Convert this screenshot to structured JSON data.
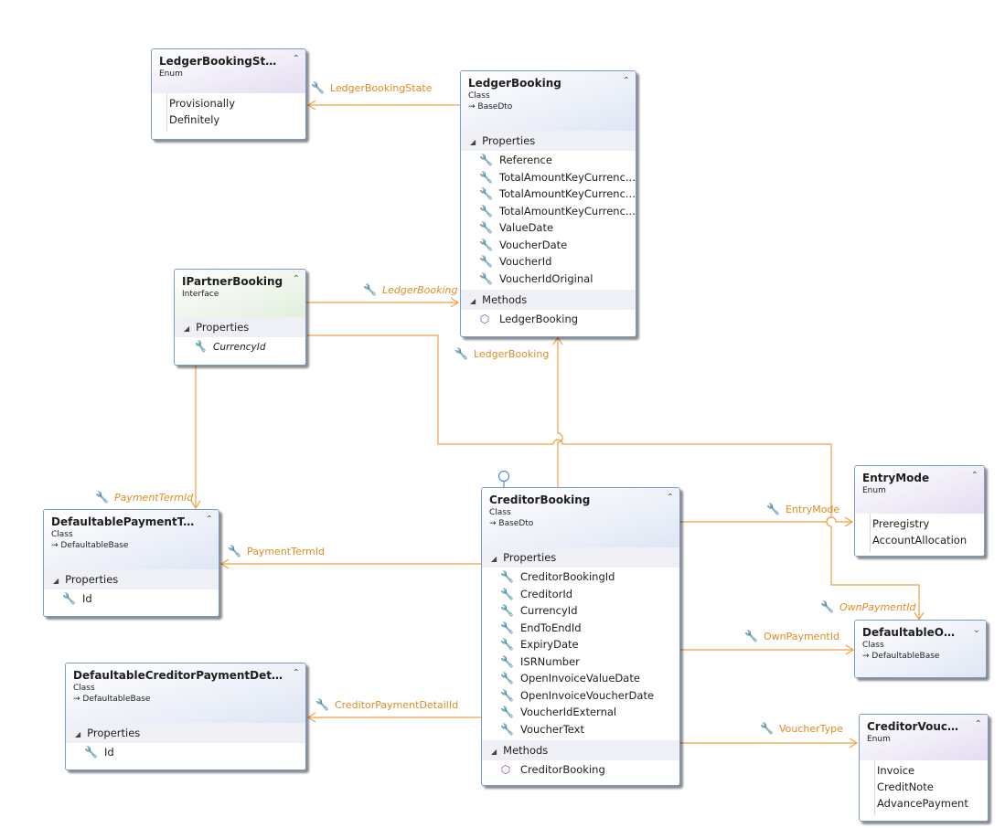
{
  "boxes": {
    "ledger_booking_state": {
      "title": "LedgerBookingState",
      "stereotype": "Enum",
      "values": [
        "Provisionally",
        "Definitely"
      ]
    },
    "ledger_booking": {
      "title": "LedgerBooking",
      "stereotype": "Class",
      "base": "BaseDto",
      "properties_header": "Properties",
      "properties": [
        "Reference",
        "TotalAmountKeyCurrenc...",
        "TotalAmountKeyCurrenc...",
        "TotalAmountKeyCurrenc...",
        "ValueDate",
        "VoucherDate",
        "VoucherId",
        "VoucherIdOriginal"
      ],
      "methods_header": "Methods",
      "methods": [
        "LedgerBooking"
      ]
    },
    "ipartner_booking": {
      "title": "IPartnerBooking",
      "stereotype": "Interface",
      "properties_header": "Properties",
      "properties": [
        "CurrencyId"
      ]
    },
    "defaultable_payment_term": {
      "title": "DefaultablePaymentTerm",
      "stereotype": "Class",
      "base": "DefaultableBase",
      "properties_header": "Properties",
      "properties": [
        "Id"
      ]
    },
    "creditor_booking": {
      "title": "CreditorBooking",
      "stereotype": "Class",
      "base": "BaseDto",
      "properties_header": "Properties",
      "properties": [
        "CreditorBookingId",
        "CreditorId",
        "CurrencyId",
        "EndToEndId",
        "ExpiryDate",
        "ISRNumber",
        "OpenInvoiceValueDate",
        "OpenInvoiceVoucherDate",
        "VoucherIdExternal",
        "VoucherText"
      ],
      "methods_header": "Methods",
      "methods": [
        "CreditorBooking"
      ]
    },
    "defaultable_creditor_payment_detail": {
      "title": "DefaultableCreditorPaymentDetail",
      "stereotype": "Class",
      "base": "DefaultableBase",
      "properties_header": "Properties",
      "properties": [
        "Id"
      ]
    },
    "entry_mode": {
      "title": "EntryMode",
      "stereotype": "Enum",
      "values": [
        "Preregistry",
        "AccountAllocation"
      ]
    },
    "defaultable_own": {
      "title": "DefaultableOwn...",
      "stereotype": "Class",
      "base": "DefaultableBase"
    },
    "creditor_voucher": {
      "title": "CreditorVoucher...",
      "stereotype": "Enum",
      "values": [
        "Invoice",
        "CreditNote",
        "AdvancePayment"
      ]
    }
  },
  "connector_labels": {
    "ledger_booking_state": "LedgerBookingState",
    "ledger_booking_from_ipartner": "LedgerBooking",
    "ledger_booking_from_creditor": "LedgerBooking",
    "payment_term_id_ipartner": "PaymentTermId",
    "payment_term_id": "PaymentTermId",
    "entry_mode": "EntryMode",
    "own_payment_id_ipartner": "OwnPaymentId",
    "own_payment_id": "OwnPaymentId",
    "creditor_payment_detail_id": "CreditorPaymentDetailId",
    "voucher_type": "VoucherType"
  },
  "colors": {
    "connector": "#f0a145",
    "label": "#e08b23",
    "box_border": "#7d99c7",
    "section_bg": "#eef0f6"
  },
  "icons": {
    "property": "wrench-icon",
    "method": "cube-icon",
    "collapse": "double-chevron-up-icon",
    "expand": "double-chevron-down-icon",
    "interface": "lollipop-icon"
  }
}
